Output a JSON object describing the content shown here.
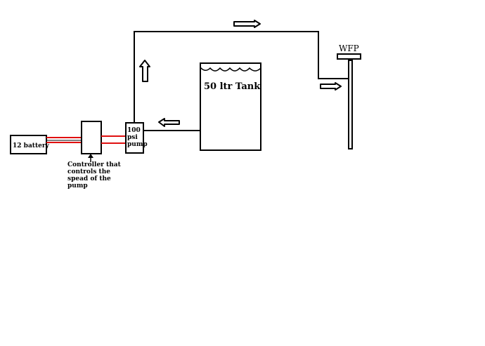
{
  "labels": {
    "battery": "12 battery",
    "pump": [
      "100",
      "psi",
      "pump"
    ],
    "tank": "50 ltr Tank",
    "wfp": "WFP",
    "controller_caption": [
      "Controller that",
      "controls the",
      "spead of the",
      "pump"
    ]
  },
  "colors": {
    "line": "#000000",
    "wire": "#e01010",
    "background": "#ffffff"
  }
}
